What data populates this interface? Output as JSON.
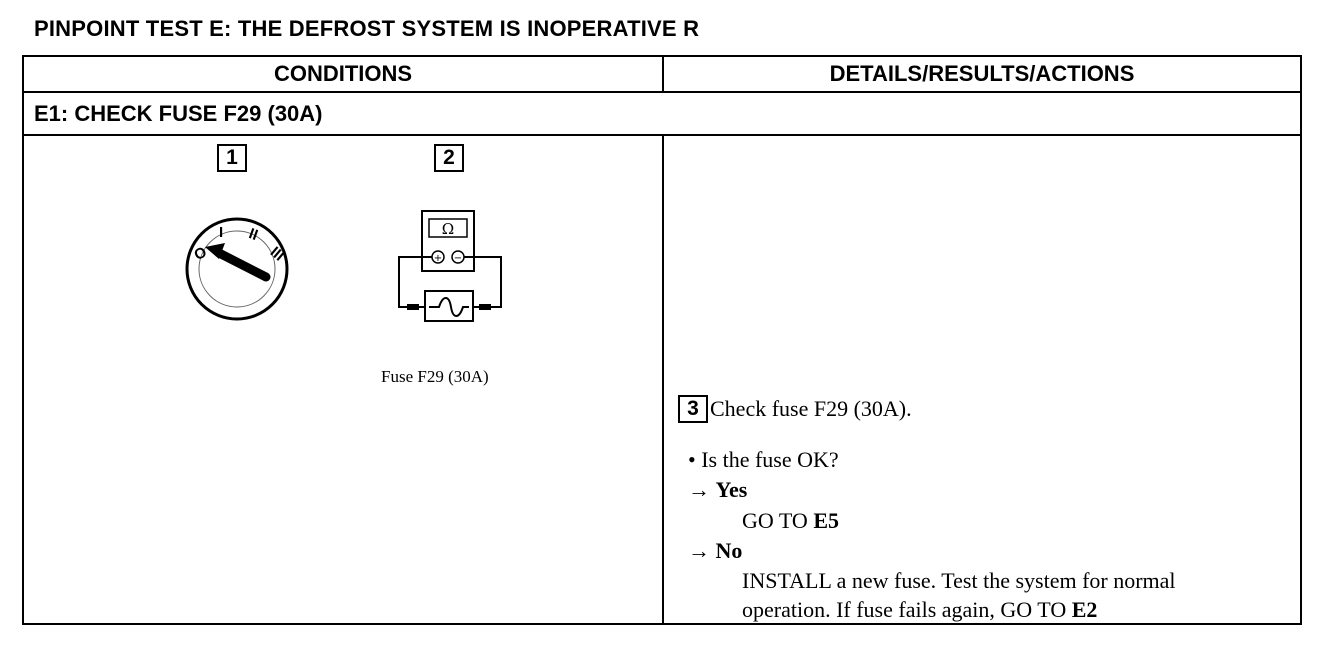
{
  "title": "PINPOINT TEST E: THE DEFROST SYSTEM IS INOPERATIVE R",
  "table": {
    "col_conditions": "CONDITIONS",
    "col_details": "DETAILS/RESULTS/ACTIONS"
  },
  "step": {
    "heading": "E1: CHECK FUSE F29 (30A)",
    "condition_labels": [
      "1",
      "2"
    ],
    "ohmmeter_symbol": "Ω",
    "ohmmeter_plus": "+",
    "ohmmeter_minus": "−",
    "ignition_positions": [
      "O",
      "I",
      "II",
      "III"
    ],
    "fuse_caption": "Fuse F29 (30A)",
    "action_number": "3",
    "action_text": "Check fuse F29 (30A).",
    "question": "• Is the fuse OK?",
    "arrow": "→",
    "yes_label": "Yes",
    "yes_prefix": "GO TO ",
    "yes_target": "E5",
    "no_label": "No",
    "no_line1": "INSTALL a new fuse. Test the system for normal",
    "no_line2_prefix": "operation. If fuse fails again, GO TO ",
    "no_target": "E2"
  }
}
